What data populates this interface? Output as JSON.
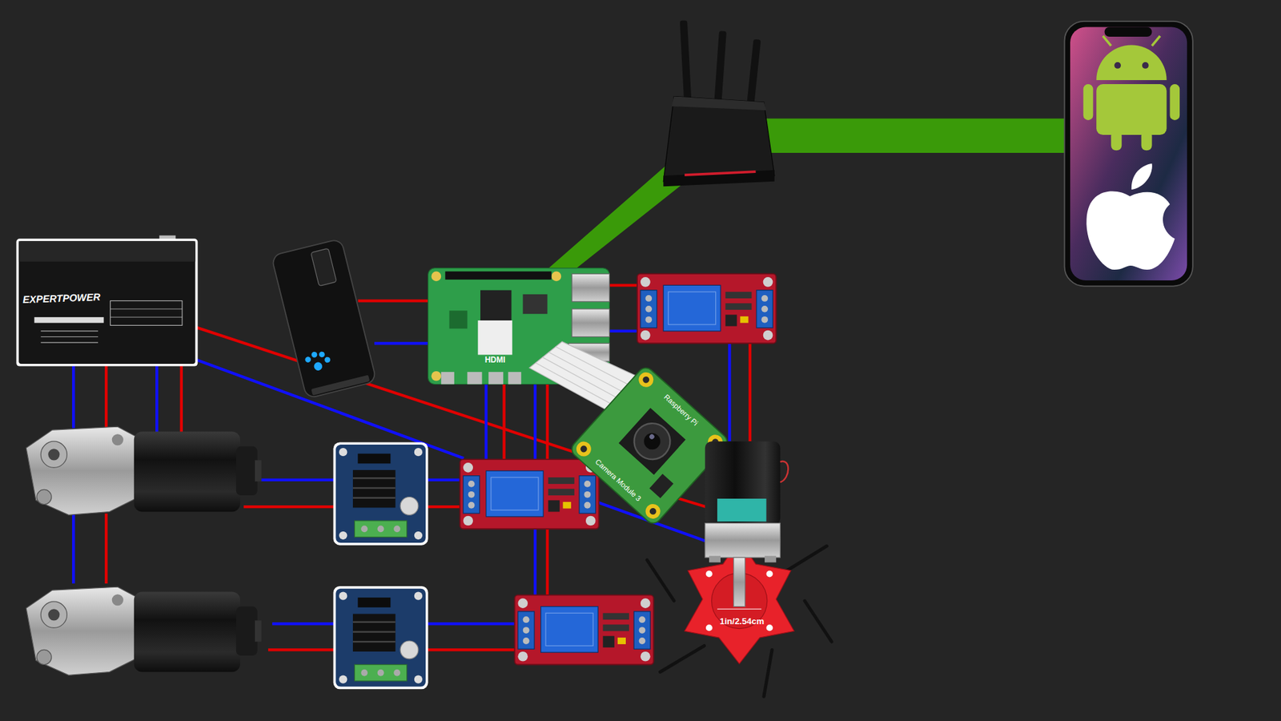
{
  "diagram": {
    "labels": [
      "EXPERTPOWER",
      "HDMI",
      "Raspberry Pi",
      "Camera Module 3",
      "1in/2.54cm"
    ]
  }
}
